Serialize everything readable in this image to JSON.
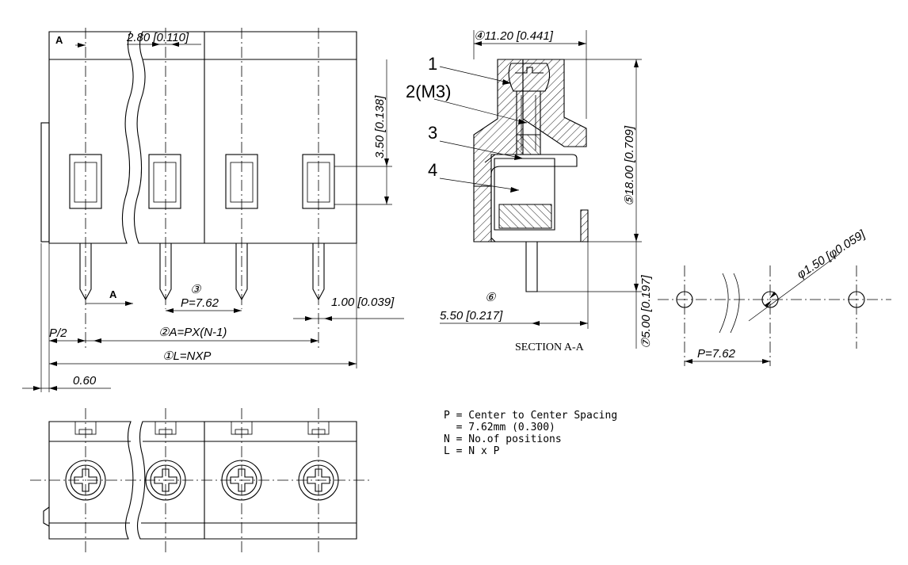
{
  "labels": {
    "section_mark": "A",
    "dim_pin_width": "2.80 [0.110]",
    "dim_height_top": "3.50 [0.138]",
    "dim_pitch_num": "③",
    "dim_pitch": "P=7.62",
    "dim_pin_thick": "1.00 [0.039]",
    "dim_half_pitch": "P/2",
    "dim_a": "②A=PX(N-1)",
    "dim_l": "①L=NXP",
    "dim_offset": "0.60",
    "dim_width": "④11.20 [0.441]",
    "part_1": "1",
    "part_2": "2(M3)",
    "part_3": "3",
    "part_4": "4",
    "dim_height": "⑤18.00 [0.709]",
    "dim_pin_len": "⑦5.00 [0.197]",
    "dim_6_num": "⑥",
    "dim_6": "5.50 [0.217]",
    "section_caption": "SECTION A-A",
    "dim_hole": "φ1.50 [φ0.059]",
    "dim_hole_pitch": "P=7.62"
  },
  "notes": [
    "P = Center to Center Spacing",
    "  = 7.62mm (0.300)",
    "N = No.of positions",
    "L = N x P"
  ]
}
